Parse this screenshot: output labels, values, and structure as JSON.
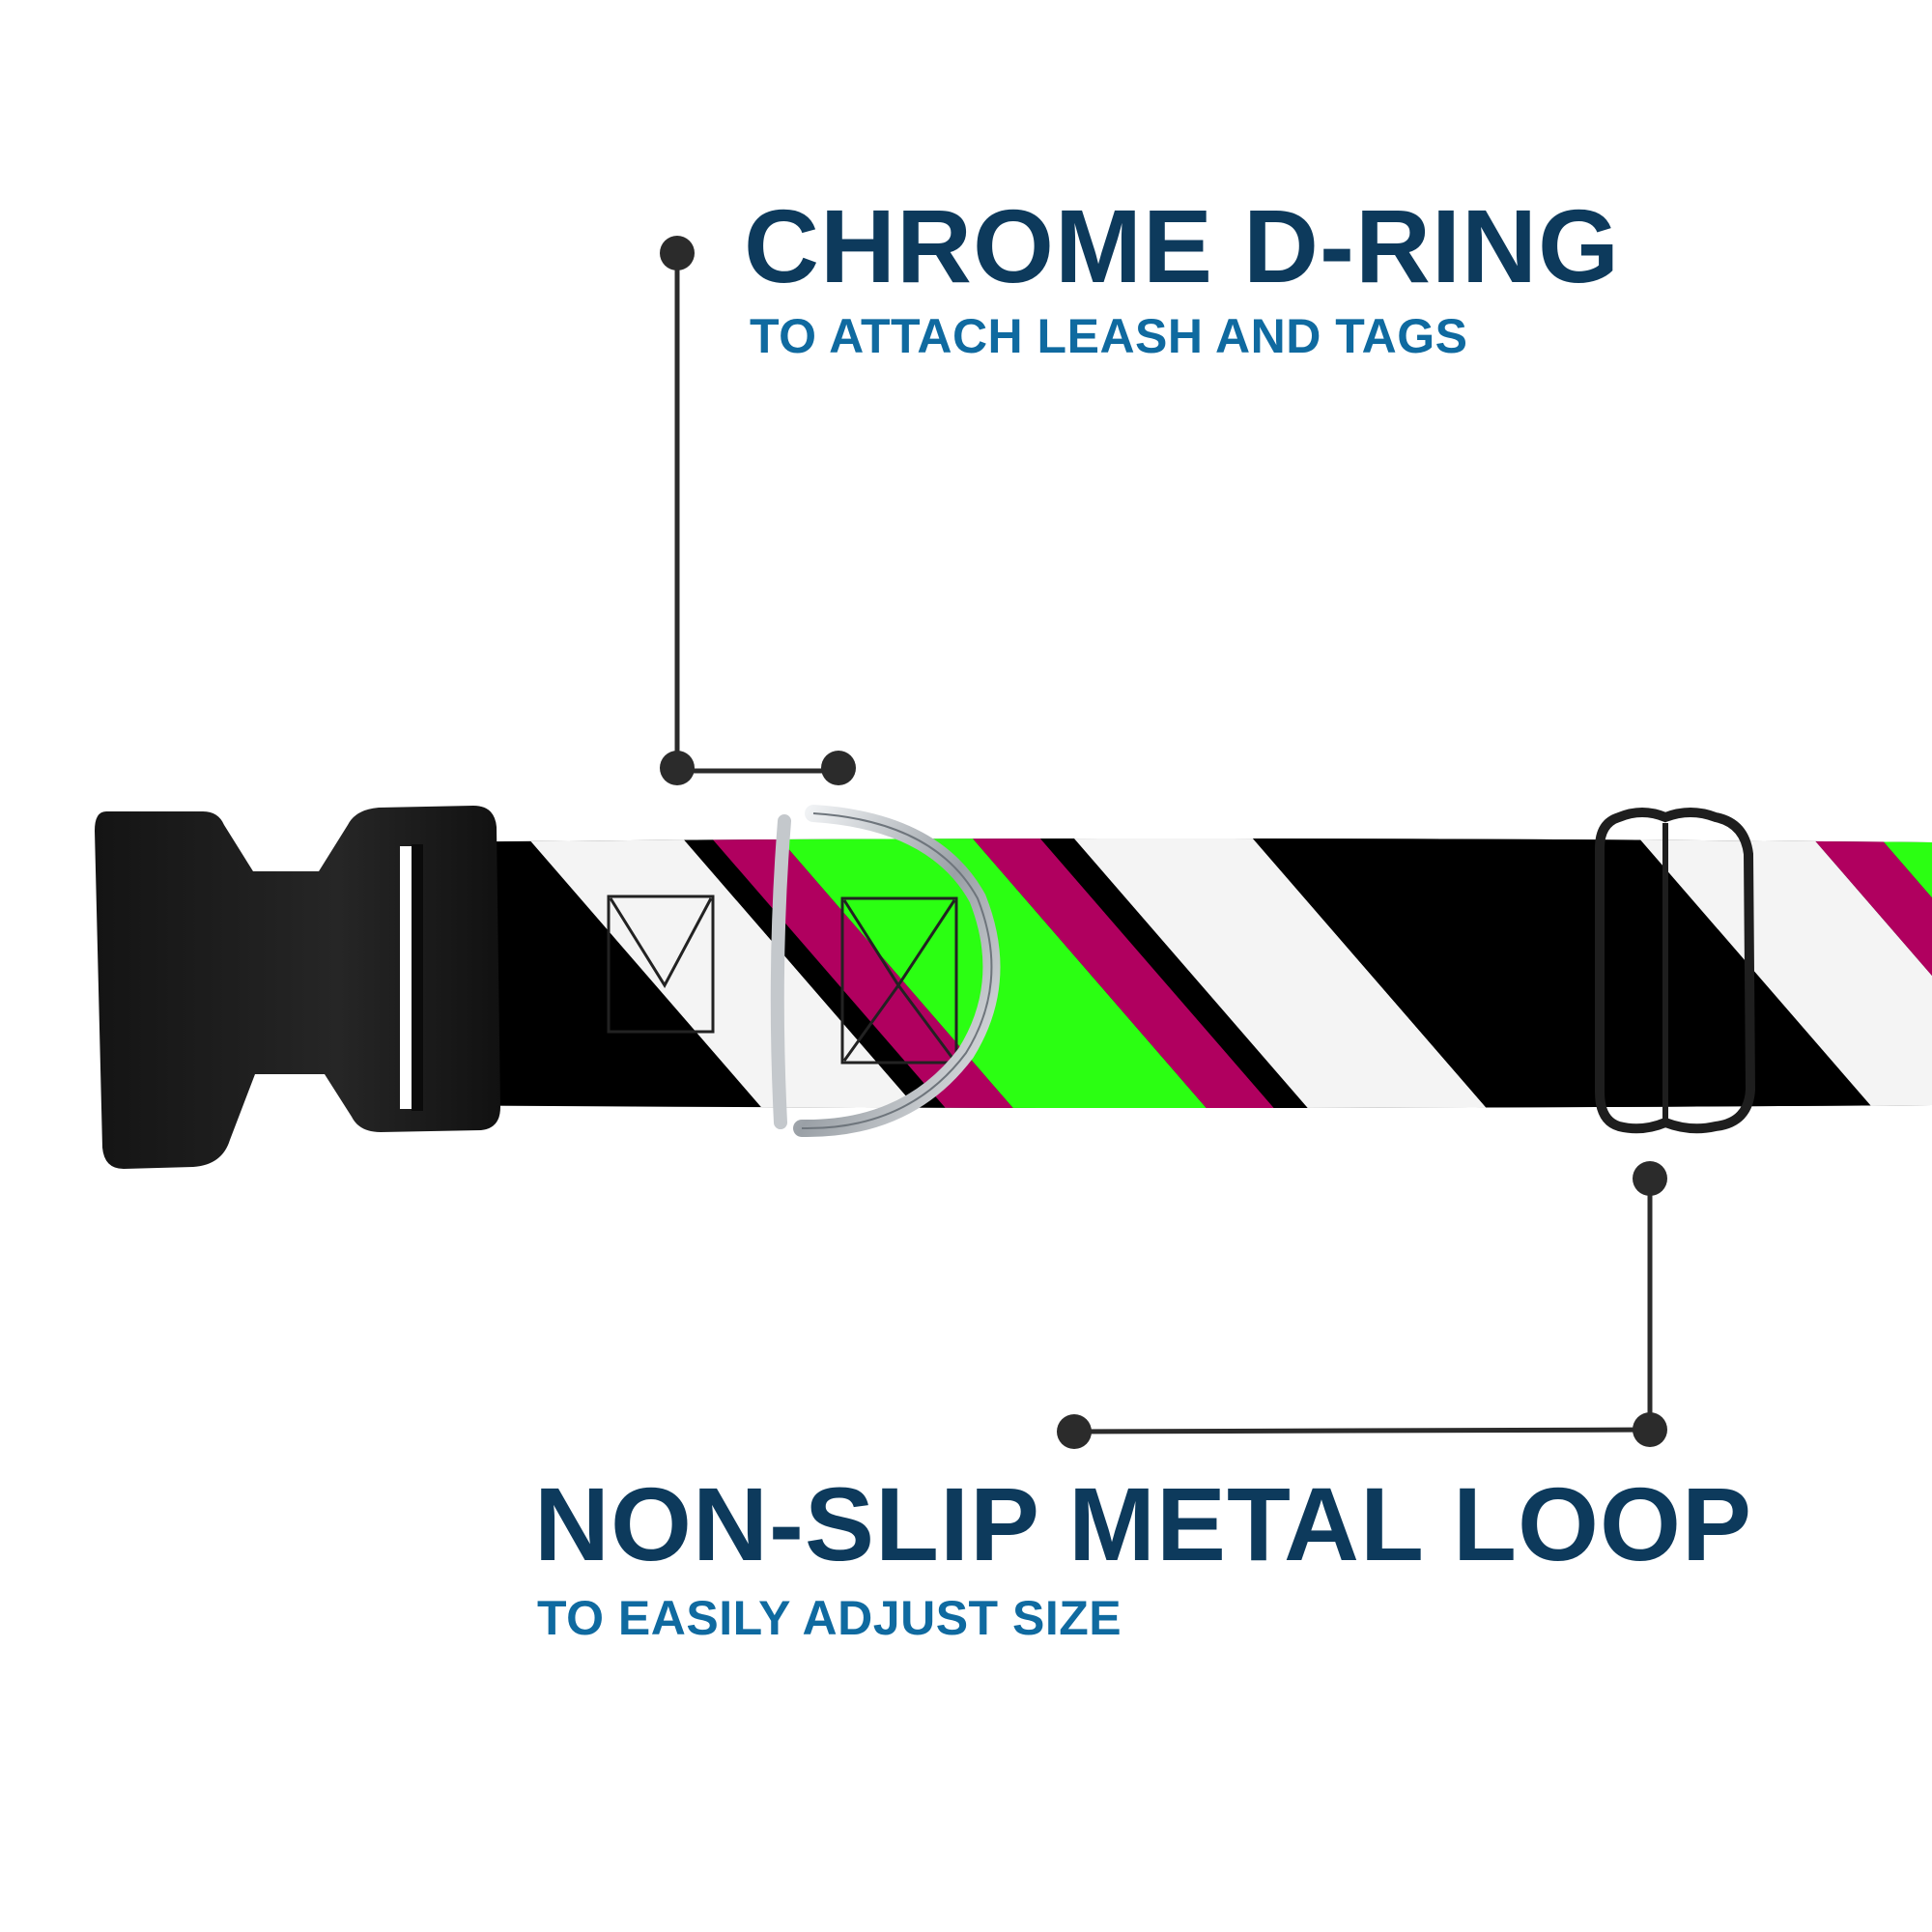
{
  "colors": {
    "title": "#0d3a5c",
    "subtitle": "#0f6aa0",
    "leader": "#2b2b2b",
    "stripe_black": "#000000",
    "stripe_white": "#f4f4f4",
    "stripe_magenta": "#b0005f",
    "stripe_green": "#2bff12",
    "buckle": "#1c1c1c",
    "ring": "#c4c8cc"
  },
  "callouts": {
    "dring": {
      "title": "CHROME D-RING",
      "subtitle": "TO ATTACH LEASH AND TAGS"
    },
    "loop": {
      "title": "NON-SLIP METAL LOOP",
      "subtitle": "TO EASILY ADJUST SIZE"
    }
  },
  "product": {
    "name": "dog-collar",
    "pattern": [
      "black",
      "white",
      "magenta",
      "green",
      "magenta",
      "white",
      "black"
    ],
    "hardware": [
      "side-release-buckle",
      "d-ring-icon",
      "slide-loop-icon"
    ]
  }
}
